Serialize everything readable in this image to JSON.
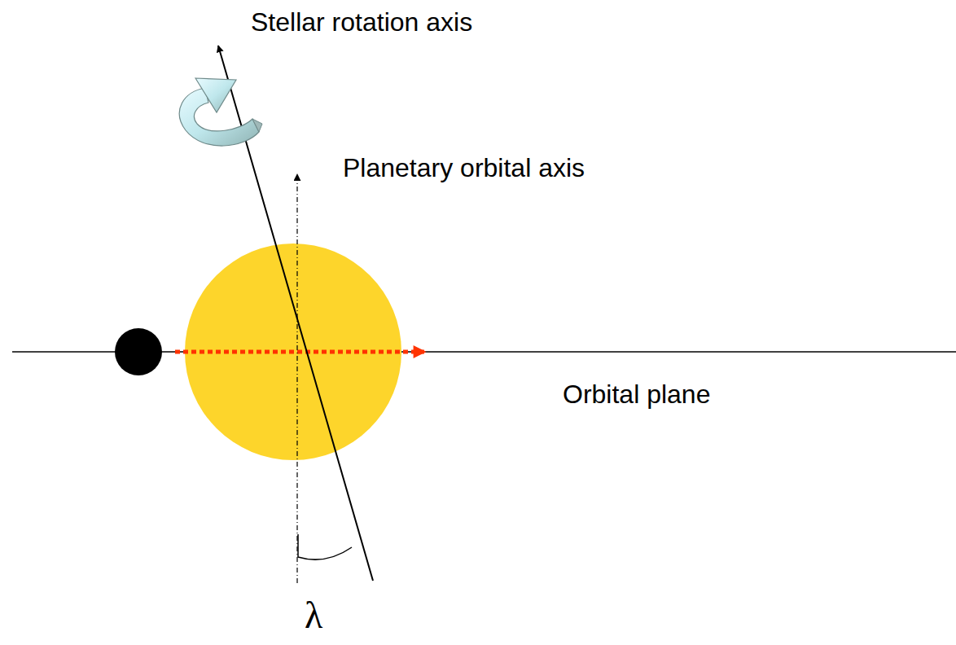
{
  "diagram": {
    "labels": [
      "Stellar rotation axis",
      "Planetary orbital axis",
      "Orbital plane",
      "λ"
    ]
  }
}
